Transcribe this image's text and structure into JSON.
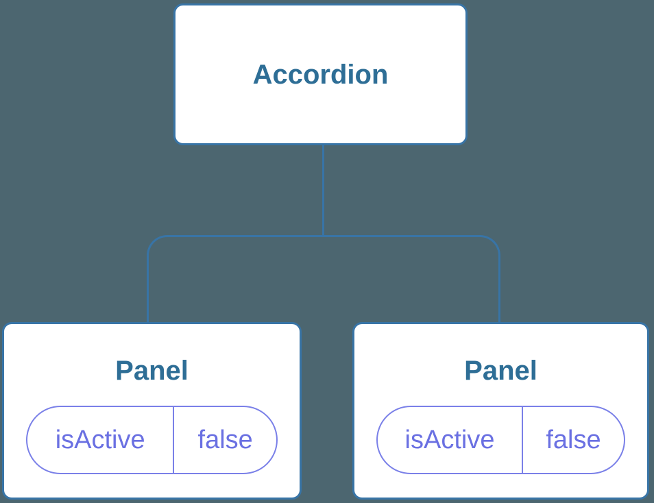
{
  "colors": {
    "background": "#4C6670",
    "node_border": "#3874A6",
    "node_fill": "#FFFFFF",
    "node_title_text": "#2E6E96",
    "connector_line": "#3874A6",
    "state_pill_border": "#7A80E8",
    "state_pill_text": "#6A70E2"
  },
  "tree": {
    "root": {
      "label": "Accordion"
    },
    "children": [
      {
        "label": "Panel",
        "state": {
          "name": "isActive",
          "value": "false"
        }
      },
      {
        "label": "Panel",
        "state": {
          "name": "isActive",
          "value": "false"
        }
      }
    ]
  }
}
